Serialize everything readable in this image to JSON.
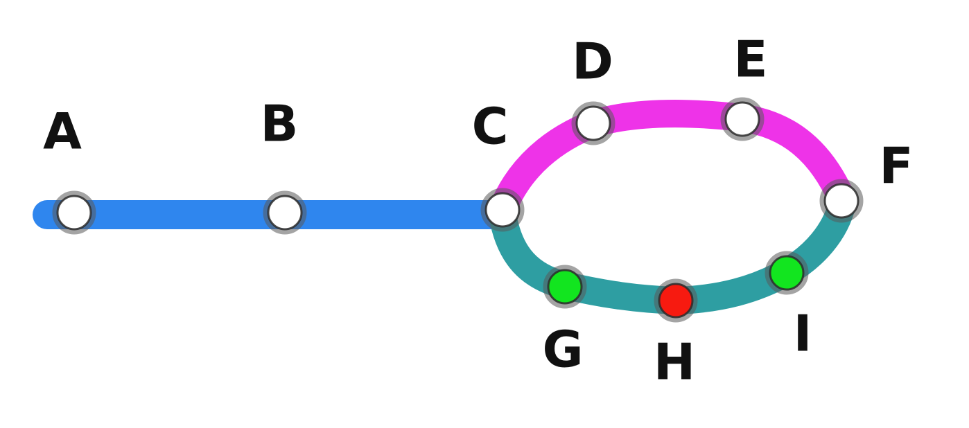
{
  "colors": {
    "blue_line": "#2f86ee",
    "magenta_line": "#ee33e8",
    "teal_line": "#2e9ea2",
    "station_white": "#ffffff",
    "station_green": "#12e51f",
    "station_red": "#f71a10",
    "label_ink": "#111111"
  },
  "lines": [
    {
      "id": "blue",
      "color": "#2f86ee",
      "stations": [
        "A",
        "B",
        "C"
      ]
    },
    {
      "id": "magenta",
      "color": "#ee33e8",
      "stations": [
        "C",
        "D",
        "E",
        "F"
      ]
    },
    {
      "id": "teal",
      "color": "#2e9ea2",
      "stations": [
        "C",
        "G",
        "H",
        "I",
        "F"
      ]
    }
  ],
  "stations": [
    {
      "id": "A",
      "label": "A",
      "fill": "#ffffff"
    },
    {
      "id": "B",
      "label": "B",
      "fill": "#ffffff"
    },
    {
      "id": "C",
      "label": "C",
      "fill": "#ffffff"
    },
    {
      "id": "D",
      "label": "D",
      "fill": "#ffffff"
    },
    {
      "id": "E",
      "label": "E",
      "fill": "#ffffff"
    },
    {
      "id": "F",
      "label": "F",
      "fill": "#ffffff"
    },
    {
      "id": "G",
      "label": "G",
      "fill": "#12e51f"
    },
    {
      "id": "H",
      "label": "H",
      "fill": "#f71a10"
    },
    {
      "id": "I",
      "label": "I",
      "fill": "#12e51f"
    }
  ]
}
